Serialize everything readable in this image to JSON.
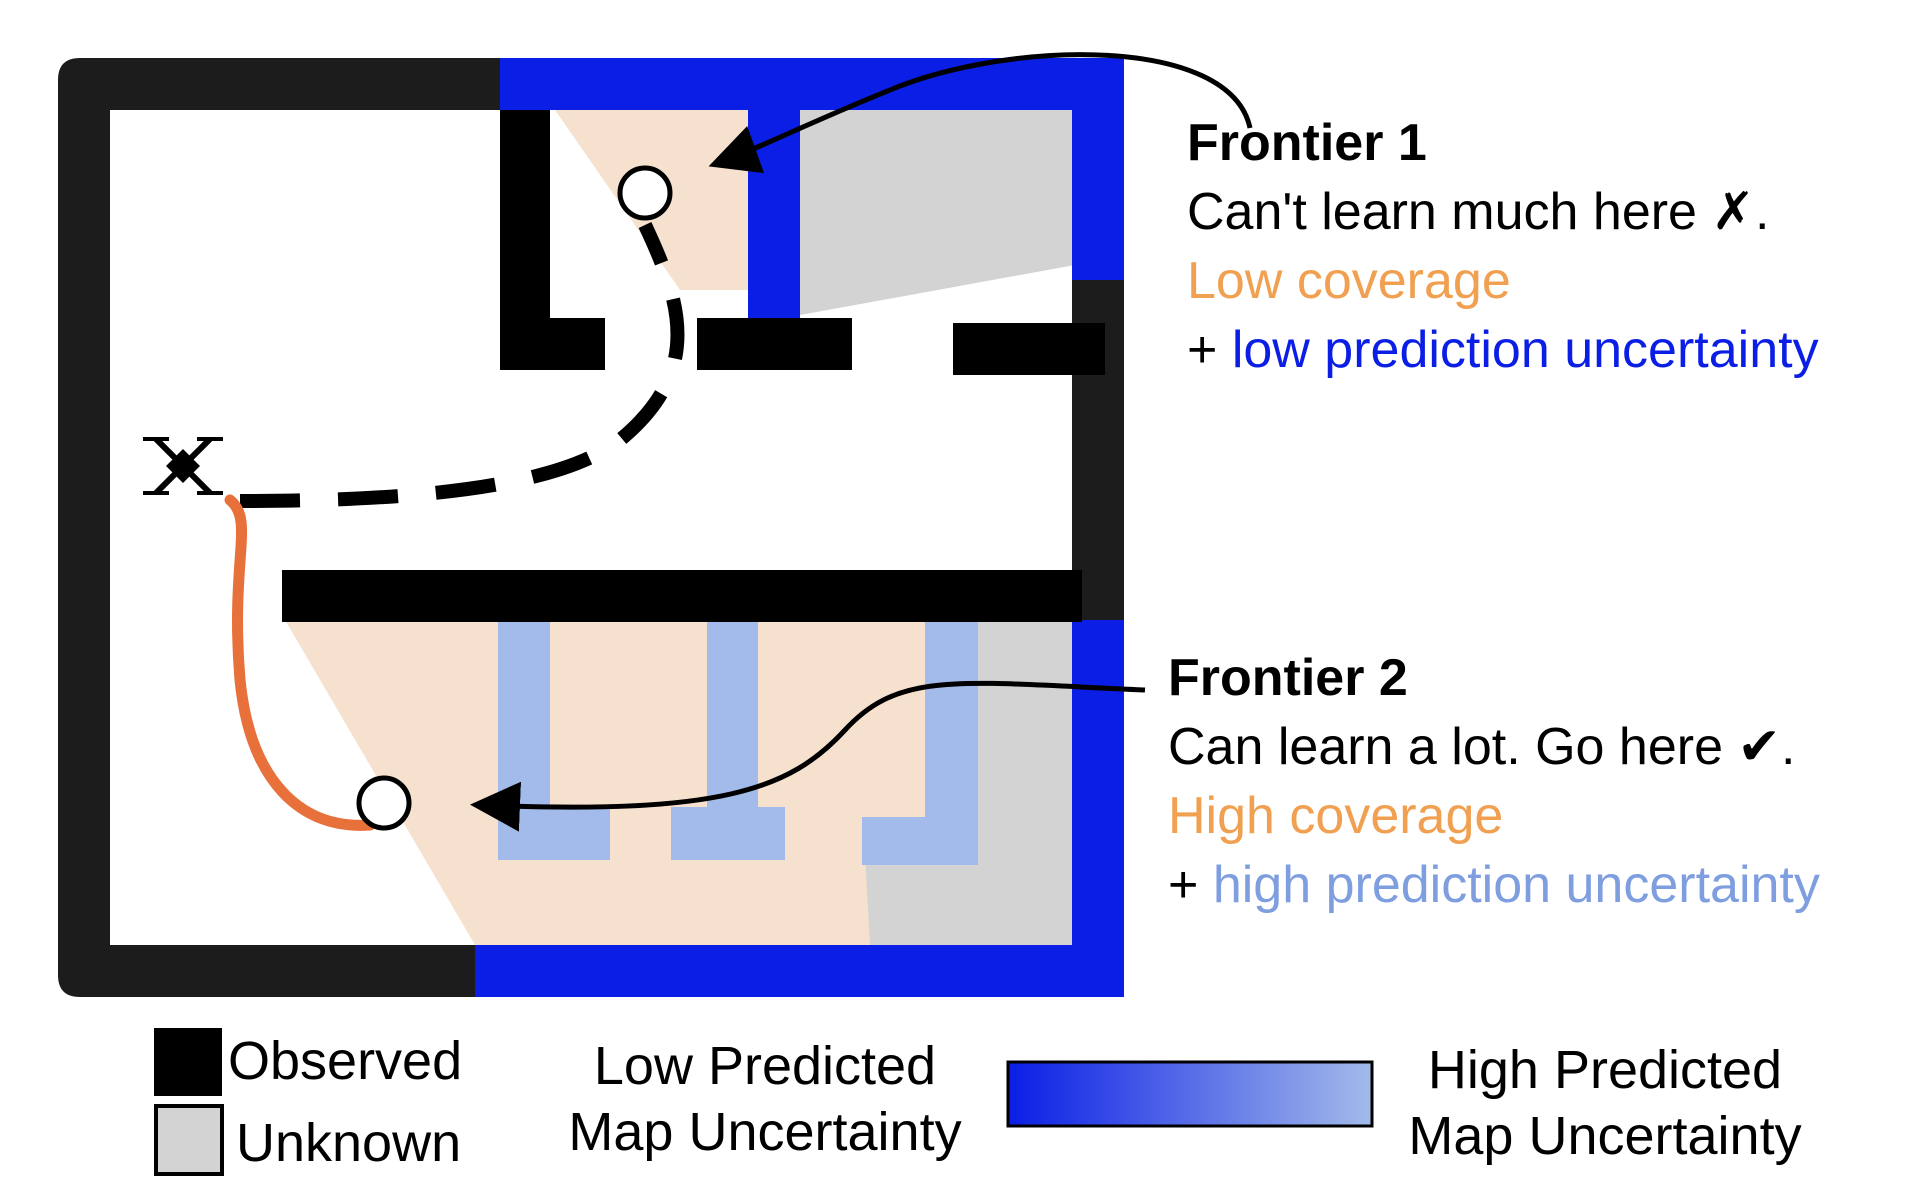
{
  "frontier1": {
    "title": "Frontier 1",
    "line1": "Can't learn much here ✗.",
    "line2": "Low coverage",
    "line3_prefix": "+ ",
    "line3_colored": "low prediction uncertainty"
  },
  "frontier2": {
    "title": "Frontier 2",
    "line1": "Can learn a lot. Go here ✔.",
    "line2": "High coverage",
    "line3_prefix": "+ ",
    "line3_colored": "high prediction uncertainty"
  },
  "legend": {
    "observed": "Observed",
    "unknown": "Unknown",
    "low_line1": "Low Predicted",
    "low_line2": "Map Uncertainty",
    "high_line1": "High Predicted",
    "high_line2": "Map Uncertainty"
  },
  "colors": {
    "observed": "#000000",
    "unknown": "#d3d3d3",
    "coverage": "#f6e1cf",
    "coverage_text": "#f0a050",
    "high_uncertainty": "#0a1ee6",
    "low_uncertainty": "#a3bbea",
    "low_uncertainty_text": "#0a1ee6",
    "high_uncertainty_text": "#7f9ee0",
    "path_to_frontier2": "#e8703a"
  },
  "icons": {
    "robot": "drone-icon",
    "frontier": "frontier-marker-icon"
  }
}
